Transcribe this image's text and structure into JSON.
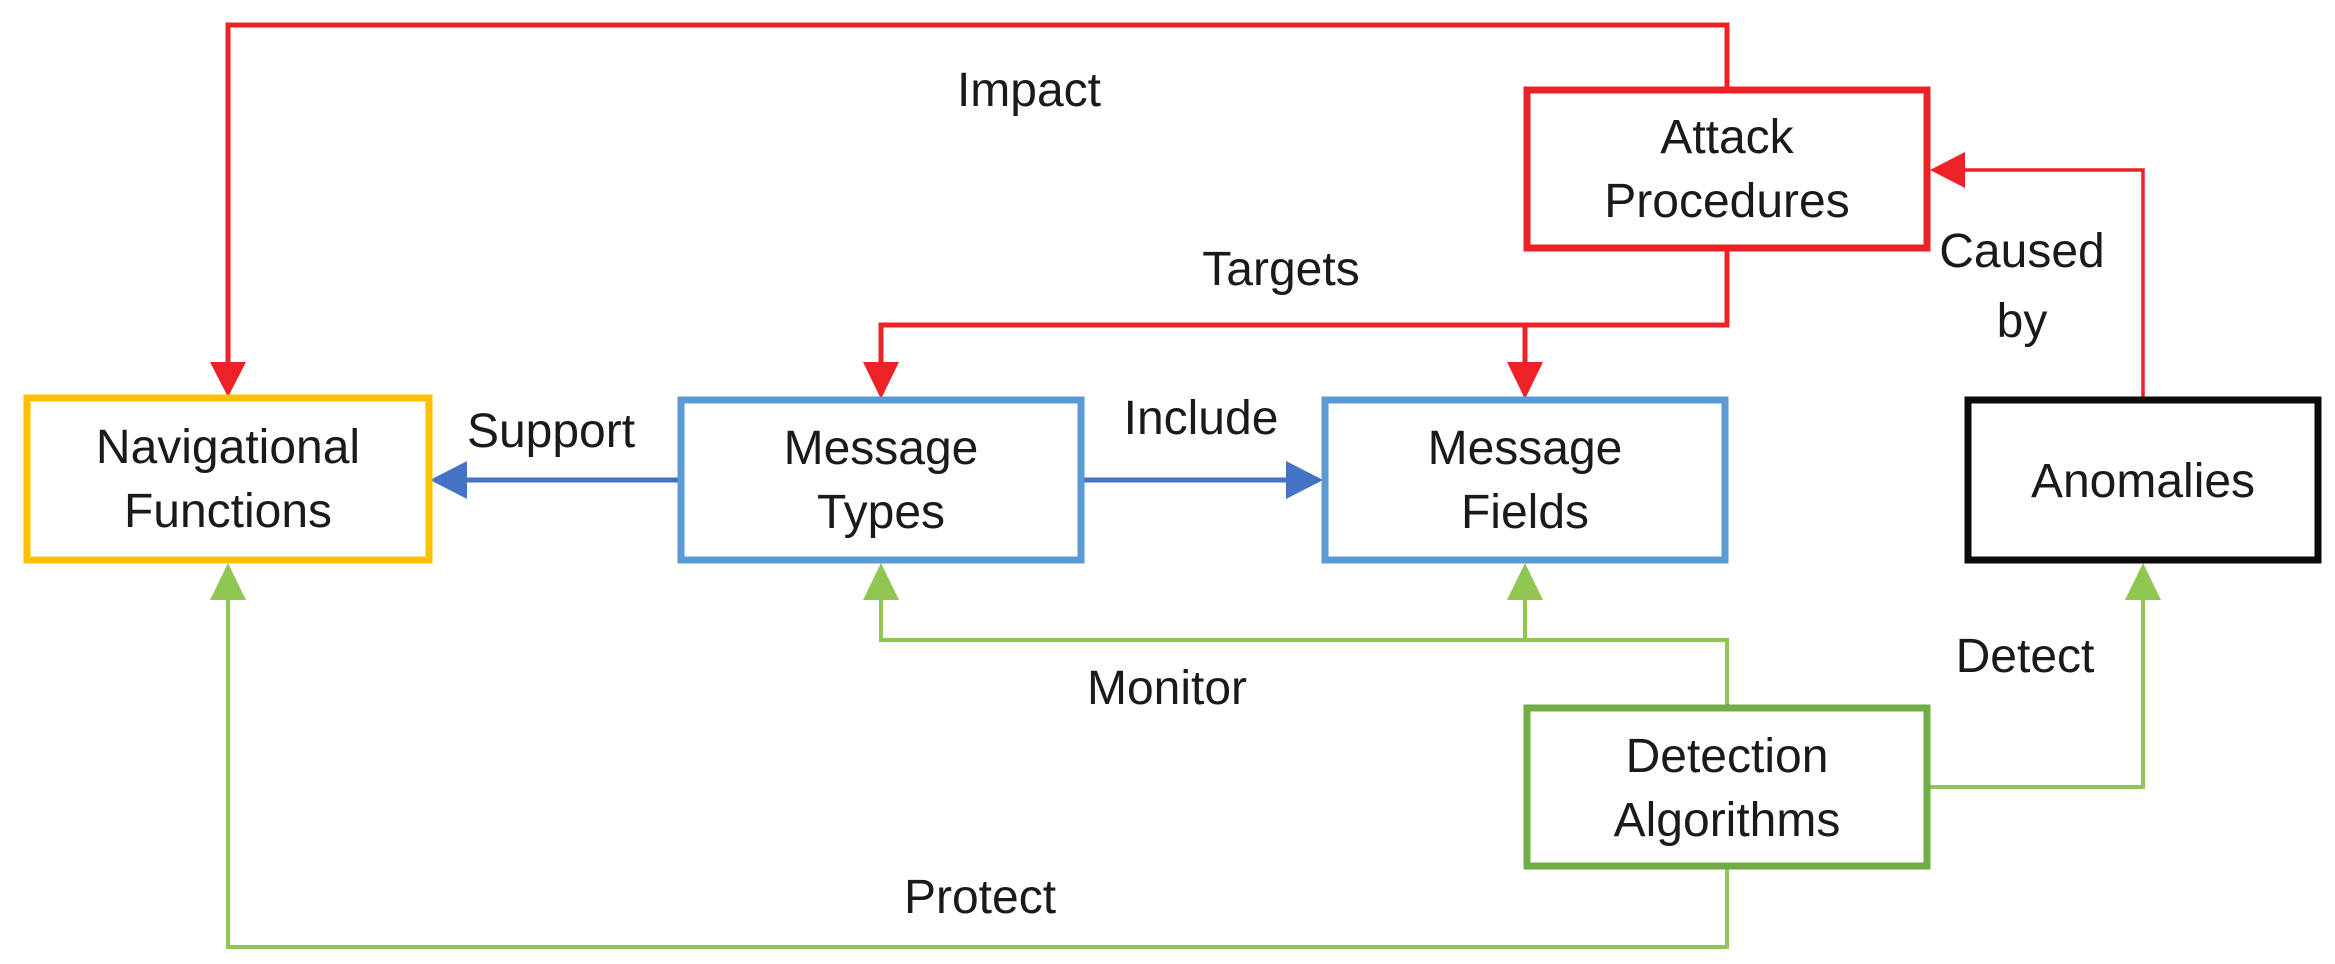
{
  "colors": {
    "red": "#EC2227",
    "yellow": "#FFC000",
    "blue_border": "#5B9BD5",
    "blue_arrow": "#4472C4",
    "green_light": "#90C752",
    "green_dark": "#70AD47",
    "black": "#0B0B0B"
  },
  "nodes": {
    "attack": {
      "line1": "Attack",
      "line2": "Procedures"
    },
    "nav": {
      "line1": "Navigational",
      "line2": "Functions"
    },
    "types": {
      "line1": "Message",
      "line2": "Types"
    },
    "fields": {
      "line1": "Message",
      "line2": "Fields"
    },
    "anomalies": {
      "line1": "Anomalies"
    },
    "detection": {
      "line1": "Detection",
      "line2": "Algorithms"
    }
  },
  "edges": {
    "impact": "Impact",
    "targets": "Targets",
    "caused_by_line1": "Caused",
    "caused_by_line2": "by",
    "support": "Support",
    "include": "Include",
    "monitor": "Monitor",
    "detect": "Detect",
    "protect": "Protect"
  }
}
